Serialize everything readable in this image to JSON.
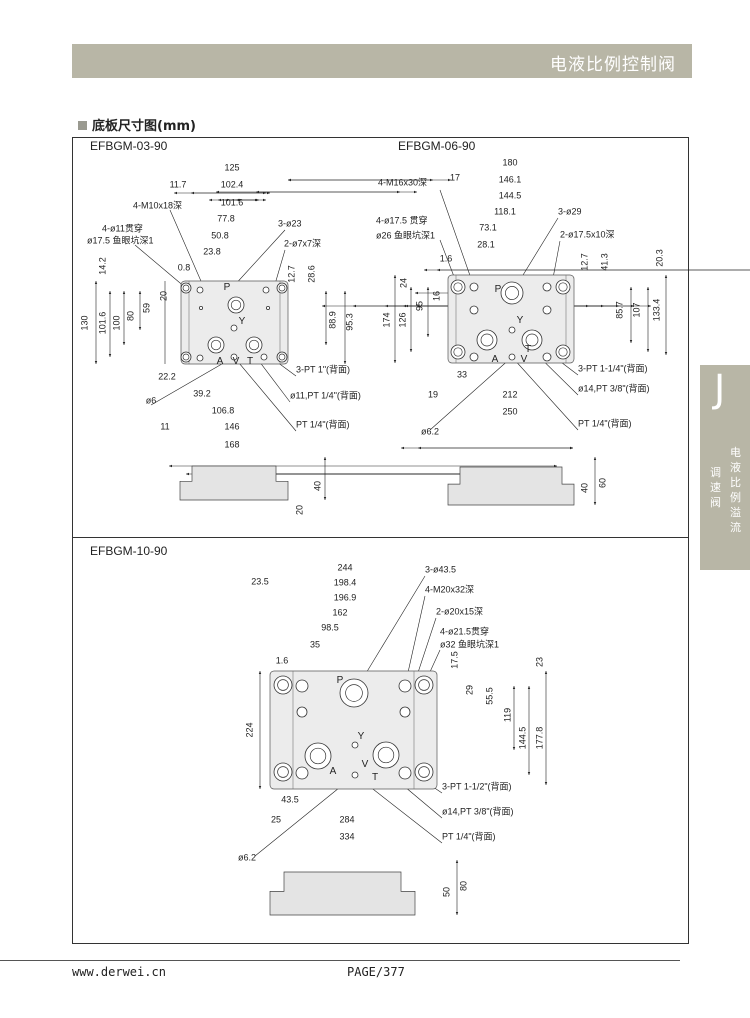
{
  "header": {
    "title": "电液比例控制阀"
  },
  "section": {
    "title": "底板尺寸图(mm)"
  },
  "side_tab": {
    "letter": "J",
    "line1": "电液比例溢流",
    "line2": "调速阀"
  },
  "fig1": {
    "title": "EFBGM-03-90",
    "labels": [
      "125",
      "11.7",
      "102.4",
      "101.6",
      "4-M10x18深",
      "77.8",
      "3-ø23",
      "4-ø11贯穿",
      "ø17.5 鱼眼坑深1",
      "50.8",
      "2-ø7x7深",
      "23.8",
      "0.8",
      "12.7",
      "28.6",
      "14.2",
      "20",
      "130",
      "101.6",
      "100",
      "80",
      "59",
      "88.9",
      "95.3",
      "3-PT 1\"(背面)",
      "22.2",
      "39.2",
      "ø6",
      "ø11,PT 1/4\"(背面)",
      "106.8",
      "PT 1/4\"(背面)",
      "11",
      "146",
      "168",
      "40",
      "20"
    ],
    "ports": [
      "P",
      "Y",
      "A",
      "V",
      "T"
    ]
  },
  "fig2": {
    "title": "EFBGM-06-90",
    "labels": [
      "180",
      "17",
      "146.1",
      "4-M16x30深",
      "144.5",
      "118.1",
      "3-ø29",
      "4-ø17.5 贯穿",
      "ø26 鱼眼坑深1",
      "73.1",
      "2-ø17.5x10深",
      "28.1",
      "1.6",
      "12.7",
      "41.3",
      "20.3",
      "24",
      "16",
      "174",
      "126",
      "95",
      "85.7",
      "107",
      "133.4",
      "3-PT 1-1/4\"(背面)",
      "33",
      "ø14,PT 3/8\"(背面)",
      "19",
      "212",
      "250",
      "ø6.2",
      "PT 1/4\"(背面)",
      "40",
      "60"
    ],
    "ports": [
      "P",
      "Y",
      "A",
      "V",
      "T"
    ]
  },
  "fig3": {
    "title": "EFBGM-10-90",
    "labels": [
      "244",
      "3-ø43.5",
      "23.5",
      "198.4",
      "4-M20x32深",
      "196.9",
      "162",
      "2-ø20x15深",
      "98.5",
      "4-ø21.5贯穿",
      "ø32 鱼眼坑深1",
      "35",
      "1.6",
      "17.5",
      "23",
      "29",
      "55.5",
      "119",
      "144.5",
      "177.8",
      "224",
      "3-PT 1-1/2\"(背面)",
      "43.5",
      "ø14,PT 3/8\"(背面)",
      "25",
      "284",
      "334",
      "PT 1/4\"(背面)",
      "ø6.2",
      "50",
      "80"
    ],
    "ports": [
      "P",
      "Y",
      "A",
      "V",
      "T"
    ]
  },
  "footer": {
    "website": "www.derwei.cn",
    "page": "PAGE/377"
  }
}
